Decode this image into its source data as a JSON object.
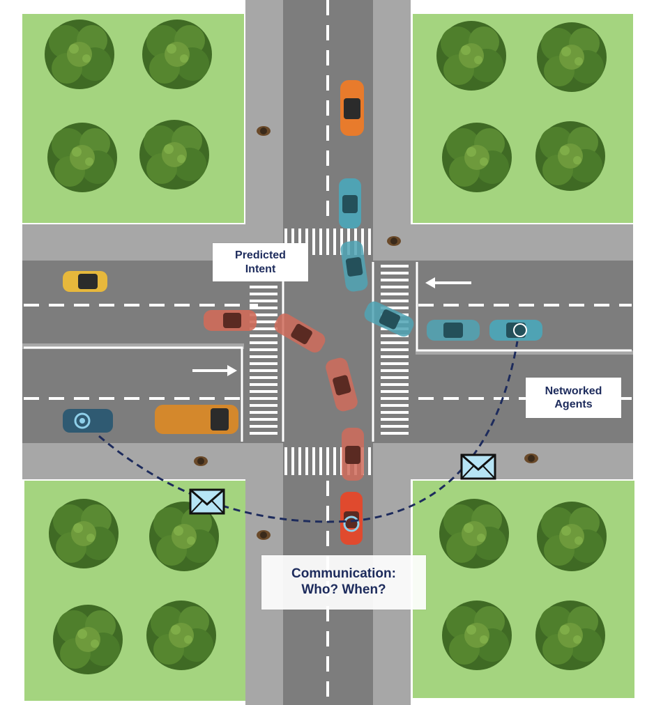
{
  "labels": {
    "predicted_intent": [
      "Predicted",
      "Intent"
    ],
    "networked_agents": [
      "Networked",
      "Agents"
    ],
    "communication": [
      "Communication:",
      "Who? When?"
    ]
  },
  "colors": {
    "grass": "#a4d47f",
    "sidewalk": "#a7a7a7",
    "road": "#7d7d7d",
    "road_center": "#6f6f6f",
    "lane_marking": "#ffffff",
    "tree_dark": "#3f6a24",
    "tree_light": "#6e9a3c",
    "predicted_car": "#cf6b5a",
    "networked_car": "#4fa3b4",
    "link_line": "#1d2b5c",
    "envelope": "#b6e4f5",
    "label_text": "#1d2b5c"
  },
  "icons": [
    "tree-icon",
    "car-icon",
    "pedestrian-icon",
    "envelope-icon",
    "arrow-icon"
  ]
}
